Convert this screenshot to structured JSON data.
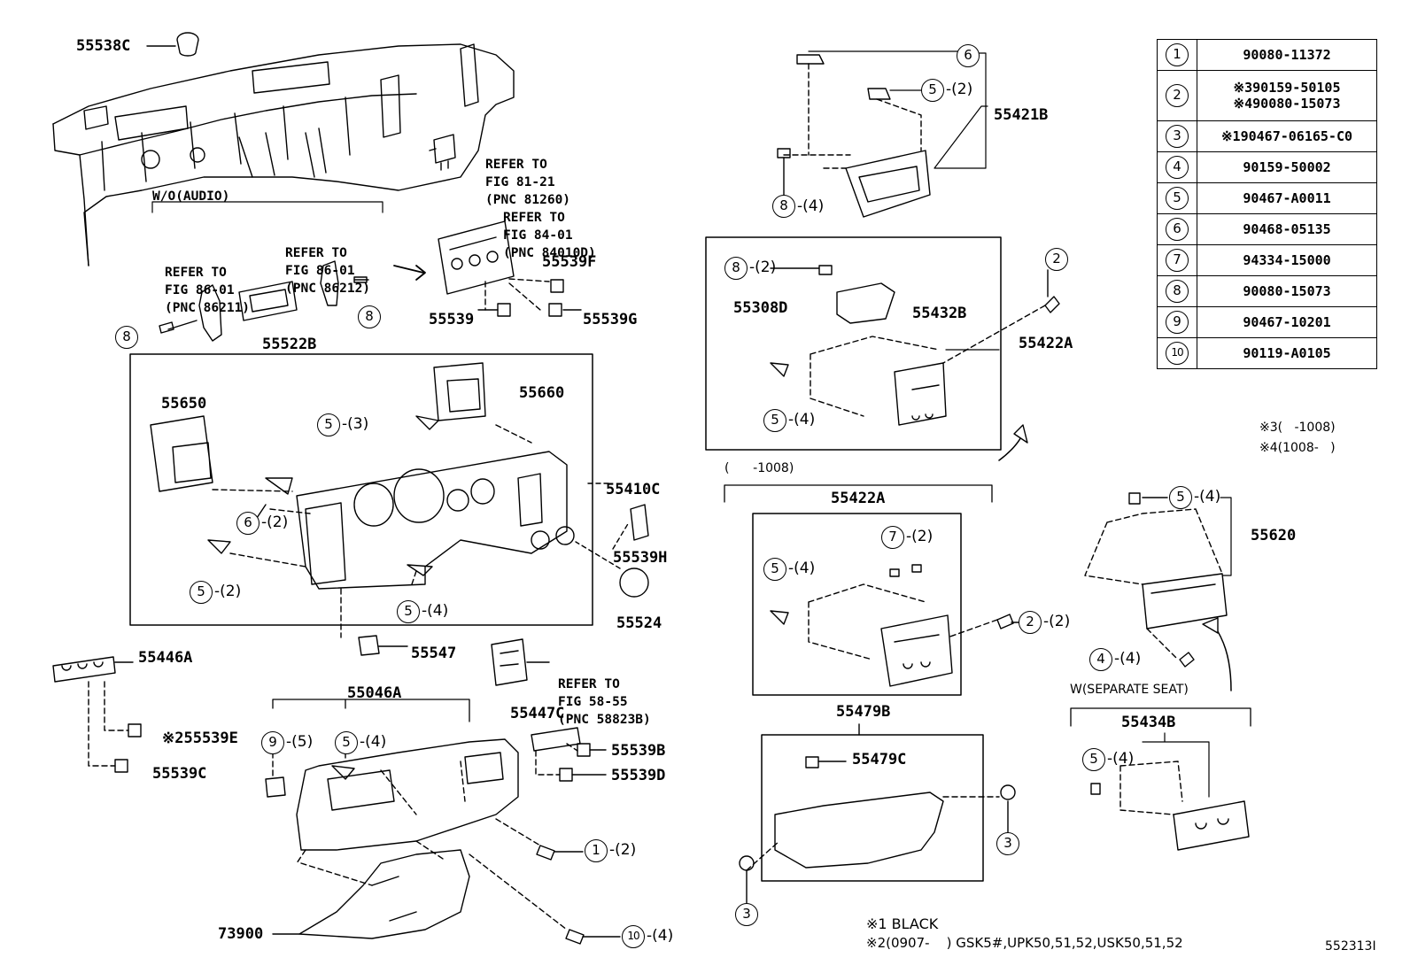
{
  "legend": [
    {
      "key": "1",
      "parts": [
        "90080-11372"
      ]
    },
    {
      "key": "2",
      "parts": [
        "※390159-50105",
        "※490080-15073"
      ]
    },
    {
      "key": "3",
      "parts": [
        "※190467-06165-C0"
      ]
    },
    {
      "key": "4",
      "parts": [
        "90159-50002"
      ]
    },
    {
      "key": "5",
      "parts": [
        "90467-A0011"
      ]
    },
    {
      "key": "6",
      "parts": [
        "90468-05135"
      ]
    },
    {
      "key": "7",
      "parts": [
        "94334-15000"
      ]
    },
    {
      "key": "8",
      "parts": [
        "90080-15073"
      ]
    },
    {
      "key": "9",
      "parts": [
        "90467-10201"
      ]
    },
    {
      "key": "10",
      "parts": [
        "90119-A0105"
      ]
    }
  ],
  "part_labels": {
    "p55538C": "55538C",
    "p55522B": "55522B",
    "p55539F": "55539F",
    "p55539": "55539",
    "p55539G": "55539G",
    "p55650": "55650",
    "p55660": "55660",
    "p55410C": "55410C",
    "p55539H": "55539H",
    "p55524": "55524",
    "p55547": "55547",
    "p55446A": "55446A",
    "p55539E": "※255539E",
    "p55539C": "55539C",
    "p55046A": "55046A",
    "p55447C": "55447C",
    "p55539B": "55539B",
    "p55539D": "55539D",
    "p73900": "73900",
    "p55421B": "55421B",
    "p55308D": "55308D",
    "p55432B": "55432B",
    "p55422A_top": "55422A",
    "p55422A_low": "55422A",
    "p55479B": "55479B",
    "p55479C": "55479C",
    "p55620": "55620",
    "p55434B": "55434B"
  },
  "notes": {
    "wo_audio": "W/O(AUDIO)",
    "ref_81_21": [
      "REFER TO",
      "FIG 81-21",
      "(PNC 81260)"
    ],
    "ref_84_01": [
      "REFER TO",
      "FIG 84-01",
      "(PNC 84010D)"
    ],
    "ref_86_01_a": [
      "REFER TO",
      "FIG 86-01",
      "(PNC 86211)"
    ],
    "ref_86_01_b": [
      "REFER TO",
      "FIG 86-01",
      "(PNC 86212)"
    ],
    "ref_58_55": [
      "REFER TO",
      "FIG 58-55",
      "(PNC 58823B)"
    ],
    "w_separate_seat": "W(SEPARATE SEAT)",
    "range_1008": "(      -1008)",
    "footnote3": "※3(   -1008)",
    "footnote4": "※4(1008-   )",
    "footnote1": "※1 BLACK",
    "footnote2": "※2(0907-    ) GSK5#,UPK50,51,52,USK50,51,52",
    "figure_id": "552313I"
  },
  "callouts": {
    "c6_top": {
      "key": "6",
      "qty": ""
    },
    "c5_top": {
      "key": "5",
      "qty": "-(2)"
    },
    "c8_top": {
      "key": "8",
      "qty": "-(4)"
    },
    "c2_box": {
      "key": "2",
      "qty": ""
    },
    "c8_box": {
      "key": "8",
      "qty": "-(2)"
    },
    "c5_box": {
      "key": "5",
      "qty": "-(4)"
    },
    "c8_left": {
      "key": "8",
      "qty": ""
    },
    "c8_mid": {
      "key": "8",
      "qty": ""
    },
    "c5_cl3": {
      "key": "5",
      "qty": "-(3)"
    },
    "c6_cl": {
      "key": "6",
      "qty": "-(2)"
    },
    "c5_cl2": {
      "key": "5",
      "qty": "-(2)"
    },
    "c5_cl4": {
      "key": "5",
      "qty": "-(4)"
    },
    "c9_low": {
      "key": "9",
      "qty": "-(5)"
    },
    "c5_low": {
      "key": "5",
      "qty": "-(4)"
    },
    "c1_low": {
      "key": "1",
      "qty": "-(2)"
    },
    "c10_low": {
      "key": "10",
      "qty": "-(4)"
    },
    "c5_22a": {
      "key": "5",
      "qty": "-(4)"
    },
    "c7_22a": {
      "key": "7",
      "qty": "-(2)"
    },
    "c2_22a": {
      "key": "2",
      "qty": "-(2)"
    },
    "c3_a": {
      "key": "3",
      "qty": ""
    },
    "c3_b": {
      "key": "3",
      "qty": ""
    },
    "c5_620": {
      "key": "5",
      "qty": "-(4)"
    },
    "c4_620": {
      "key": "4",
      "qty": "-(4)"
    },
    "c5_434": {
      "key": "5",
      "qty": "-(4)"
    }
  }
}
